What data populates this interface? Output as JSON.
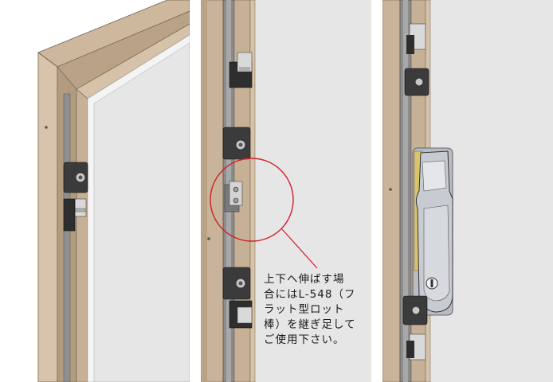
{
  "figure": {
    "panels": [
      {
        "id": "frame-installed",
        "description_hidden": true
      },
      {
        "id": "detail-extension",
        "description_hidden": true
      },
      {
        "id": "handle-installed",
        "description_hidden": true
      }
    ],
    "callout": {
      "lines": [
        "上下へ伸ばす場",
        "合にはL-548（フ",
        "ラット型ロット",
        "棒）を継ぎ足して",
        "ご使用下さい。"
      ],
      "circle_color": "#d0202a"
    },
    "colors": {
      "frame": "#c9b49a",
      "frame_dark": "#a68e72",
      "glass": "#e6e6e6",
      "hardware": "#3a3a3a",
      "handle": "#c8ccd2"
    }
  }
}
